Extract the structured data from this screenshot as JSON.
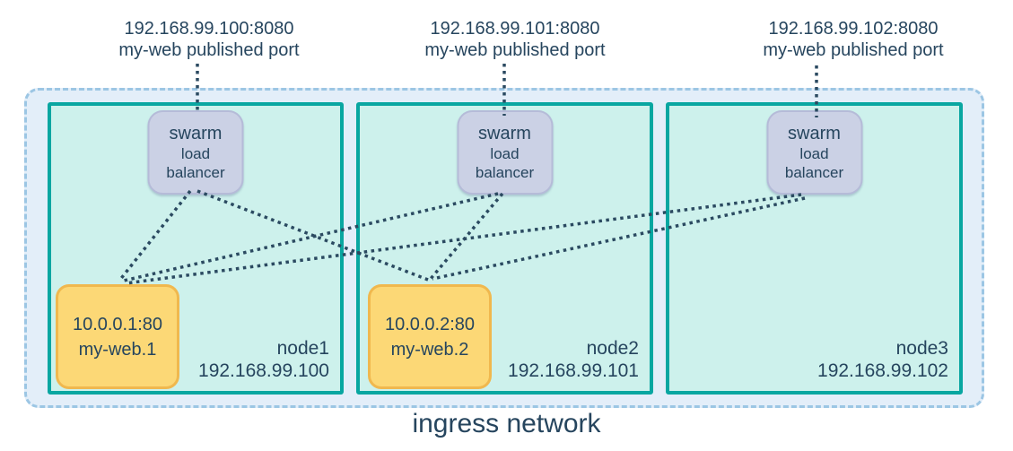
{
  "published_ports": [
    {
      "address": "192.168.99.100:8080",
      "caption": "my-web published port"
    },
    {
      "address": "192.168.99.101:8080",
      "caption": "my-web published port"
    },
    {
      "address": "192.168.99.102:8080",
      "caption": "my-web published port"
    }
  ],
  "load_balancer_label": {
    "line1": "swarm",
    "line2": "load",
    "line3": "balancer"
  },
  "nodes": [
    {
      "name": "node1",
      "ip": "192.168.99.100",
      "task": {
        "address": "10.0.0.1:80",
        "name": "my-web.1"
      }
    },
    {
      "name": "node2",
      "ip": "192.168.99.101",
      "task": {
        "address": "10.0.0.2:80",
        "name": "my-web.2"
      }
    },
    {
      "name": "node3",
      "ip": "192.168.99.102"
    }
  ],
  "network_label": "ingress network",
  "connections": [
    {
      "from": "published-port-node1",
      "to": "swarm-load-balancer-node1"
    },
    {
      "from": "published-port-node2",
      "to": "swarm-load-balancer-node2"
    },
    {
      "from": "published-port-node3",
      "to": "swarm-load-balancer-node3"
    },
    {
      "from": "swarm-load-balancer-node1",
      "to": "my-web.1"
    },
    {
      "from": "swarm-load-balancer-node1",
      "to": "my-web.2"
    },
    {
      "from": "swarm-load-balancer-node2",
      "to": "my-web.1"
    },
    {
      "from": "swarm-load-balancer-node2",
      "to": "my-web.2"
    },
    {
      "from": "swarm-load-balancer-node3",
      "to": "my-web.1"
    },
    {
      "from": "swarm-load-balancer-node3",
      "to": "my-web.2"
    }
  ],
  "colors": {
    "ingress_fill": "#e3eef9",
    "ingress_border": "#9cc6e4",
    "node_fill": "#cdf1ec",
    "node_border": "#09a6a1",
    "lb_fill": "#cbd1e5",
    "lb_border": "#b5bbd8",
    "task_fill": "#fcd876",
    "task_border": "#f0b84e",
    "text": "#26455e",
    "connector": "#2b4a61"
  }
}
